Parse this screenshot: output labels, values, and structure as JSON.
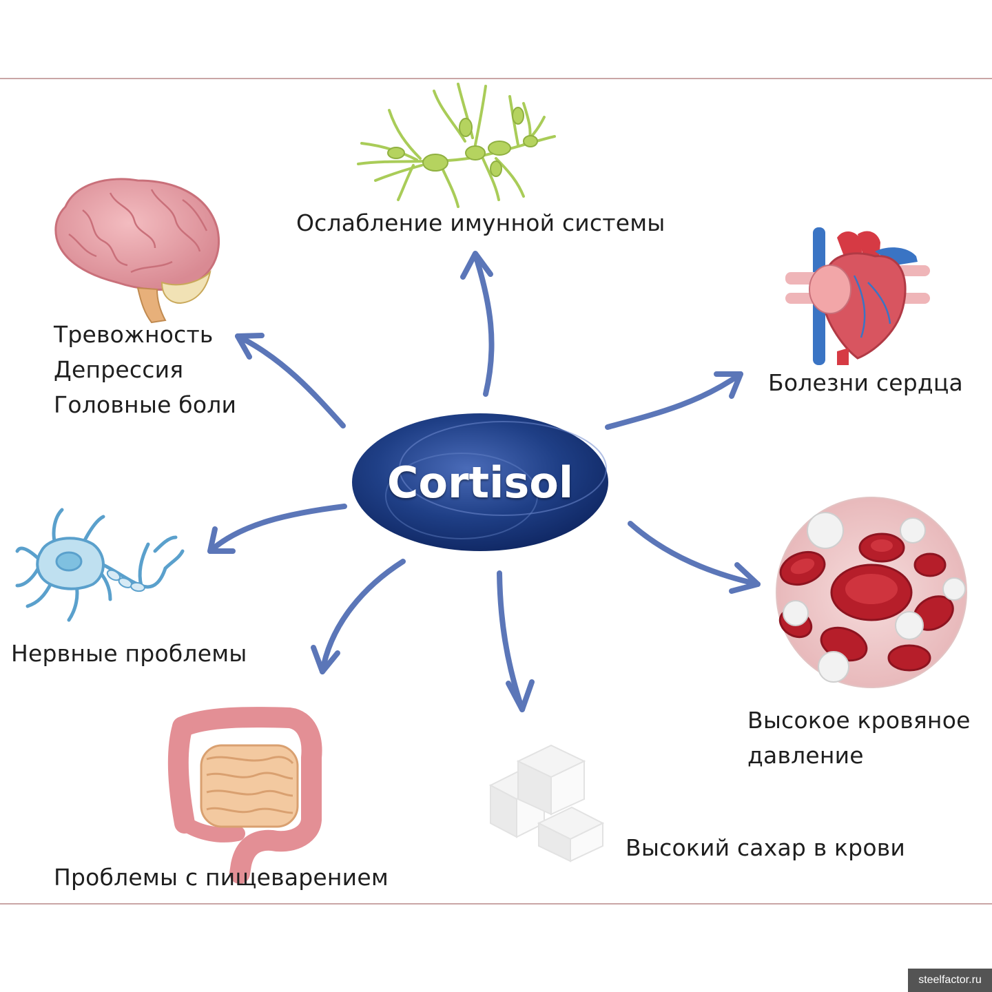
{
  "center": {
    "label": "Cortisol"
  },
  "effects": {
    "immune": "Ослабление имунной системы",
    "mind": [
      "Тревожность",
      "Депрессия",
      "Головные боли"
    ],
    "heart": "Болезни сердца",
    "nerves": "Нервные проблемы",
    "blood_pressure": [
      "Высокое кровяное",
      "давление"
    ],
    "digestion": "Проблемы с пищеварением",
    "sugar": "Высокий сахар в крови"
  },
  "watermark": "steelfactor.ru",
  "colors": {
    "ellipse": "#1f3f86",
    "arrow": "#5b76b8",
    "frame": "#c9a5a5"
  },
  "icons": [
    "immune-cells-icon",
    "brain-icon",
    "heart-icon",
    "neuron-icon",
    "blood-cells-icon",
    "intestine-icon",
    "sugar-cubes-icon"
  ]
}
